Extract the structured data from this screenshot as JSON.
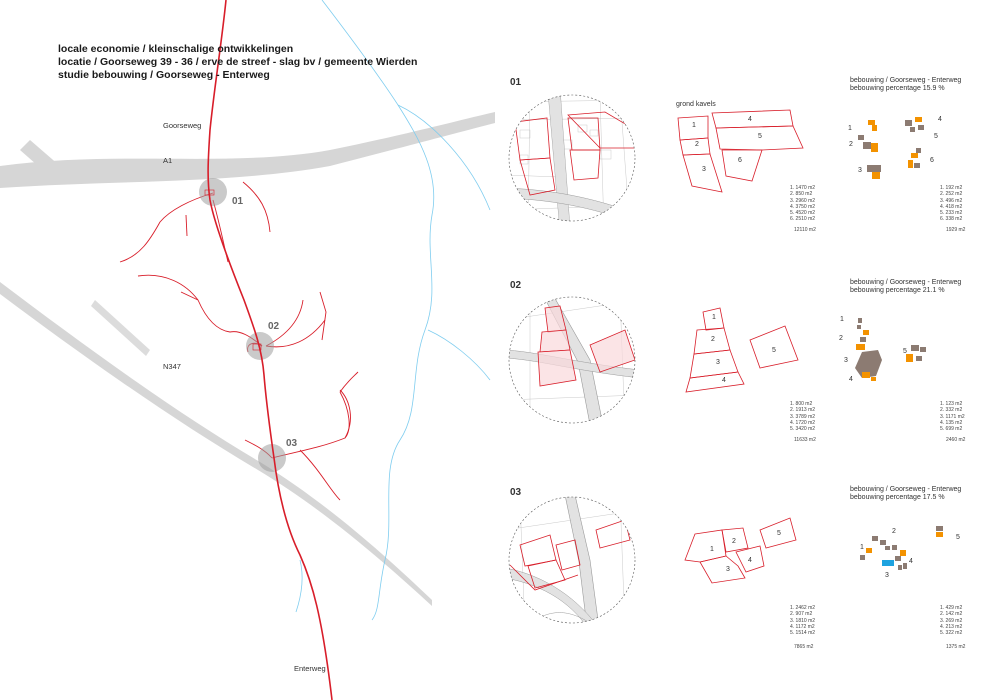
{
  "title": {
    "line1": "locale economie / kleinschalige ontwikkelingen",
    "line2": "locatie / Goorseweg 39 - 36 / erve de streef - slag bv / gemeente Wierden",
    "line3": "studie bebouwing / Goorseweg - Enterweg"
  },
  "map": {
    "road_labels": [
      "Goorseweg",
      "A1",
      "N347",
      "Enterweg"
    ],
    "site_markers": [
      "01",
      "02",
      "03"
    ]
  },
  "columns": {
    "plots_header": "grond kavels"
  },
  "rows": [
    {
      "id": "01",
      "heading": "bebouwing / Goorseweg - Enterweg",
      "percentage": "bebouwing percentage 15.9 %",
      "plot_areas": [
        "1.  1470 m2",
        "2.  850 m2",
        "3.  2960 m2",
        "4.  3750 m2",
        "5.  4520 m2",
        "6.  2510 m2"
      ],
      "plot_total": "12110 m2",
      "building_areas": [
        "1.  192 m2",
        "2.  252 m2",
        "3.  496 m2",
        "4.  418 m2",
        "5.  233 m2",
        "6.  338 m2"
      ],
      "building_total": "1929 m2",
      "plot_numbers": [
        "1",
        "2",
        "3",
        "4",
        "5",
        "6"
      ],
      "building_numbers": [
        "1",
        "2",
        "3",
        "4",
        "5",
        "6"
      ]
    },
    {
      "id": "02",
      "heading": "bebouwing / Goorseweg - Enterweg",
      "percentage": "bebouwing percentage 21.1 %",
      "plot_areas": [
        "1.  800 m2",
        "2.  1913 m2",
        "3.  3789 m2",
        "4.  1720 m2",
        "5.  3420 m2"
      ],
      "plot_total": "11633 m2",
      "building_areas": [
        "1.  123 m2",
        "2.  332 m2",
        "3.  1171 m2",
        "4.  135 m2",
        "5.  699 m2"
      ],
      "building_total": "2460 m2",
      "plot_numbers": [
        "1",
        "2",
        "3",
        "4",
        "5"
      ],
      "building_numbers": [
        "1",
        "2",
        "3",
        "4",
        "5"
      ]
    },
    {
      "id": "03",
      "heading": "bebouwing / Goorseweg - Enterweg",
      "percentage": "bebouwing percentage 17.5 %",
      "plot_areas": [
        "1.  2462 m2",
        "2.  907 m2",
        "3.  1810 m2",
        "4.  1172 m2",
        "5.  1514 m2"
      ],
      "plot_total": "7865 m2",
      "building_areas": [
        "1.  429 m2",
        "2.  142 m2",
        "3.  269 m2",
        "4.  213 m2",
        "5.  322 m2"
      ],
      "building_total": "1375 m2",
      "plot_numbers": [
        "1",
        "2",
        "3",
        "4",
        "5"
      ],
      "building_numbers": [
        "1",
        "2",
        "3",
        "4",
        "5"
      ]
    }
  ],
  "colors": {
    "road_red": "#d81e2a",
    "highway_grey": "#d3d3d3",
    "water_blue": "#6ec6ec",
    "building_orange": "#f39200",
    "building_brown": "#8c7b72",
    "building_blue": "#1ea3e0",
    "plot_fill_pink": "#f9d9dc"
  }
}
